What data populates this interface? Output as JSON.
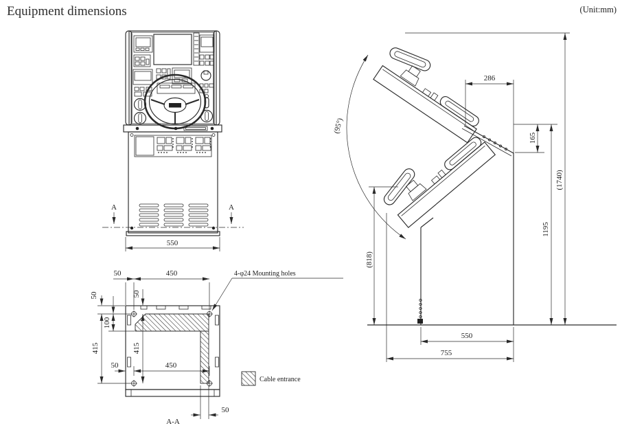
{
  "page": {
    "title": "Equipment dimensions",
    "unit_note": "(Unit:mm)"
  },
  "front_view": {
    "section_label_left": "A",
    "section_label_right": "A",
    "dim_width": "550"
  },
  "side_view": {
    "dim_tilt": "(95°)",
    "dim_top_depth": "286",
    "dim_desk_drop": "165",
    "dim_overall_height": "(1740)",
    "dim_desk_height": "1195",
    "dim_wheel_height": "(818)",
    "dim_base_depth": "550",
    "dim_overall_depth": "755"
  },
  "section_view": {
    "label": "A-A",
    "note_mounting": "4-φ24  Mounting holes",
    "legend_cable": "Cable entrance",
    "dim_top_left": "50",
    "dim_top_span": "450",
    "dim_side_top": "50",
    "dim_hole_top": "50",
    "dim_band_depth": "100",
    "dim_side_depth": "415",
    "dim_hole_depth": "415",
    "dim_bottom_left": "50",
    "dim_bottom_span": "450",
    "dim_strip_width": "50"
  }
}
